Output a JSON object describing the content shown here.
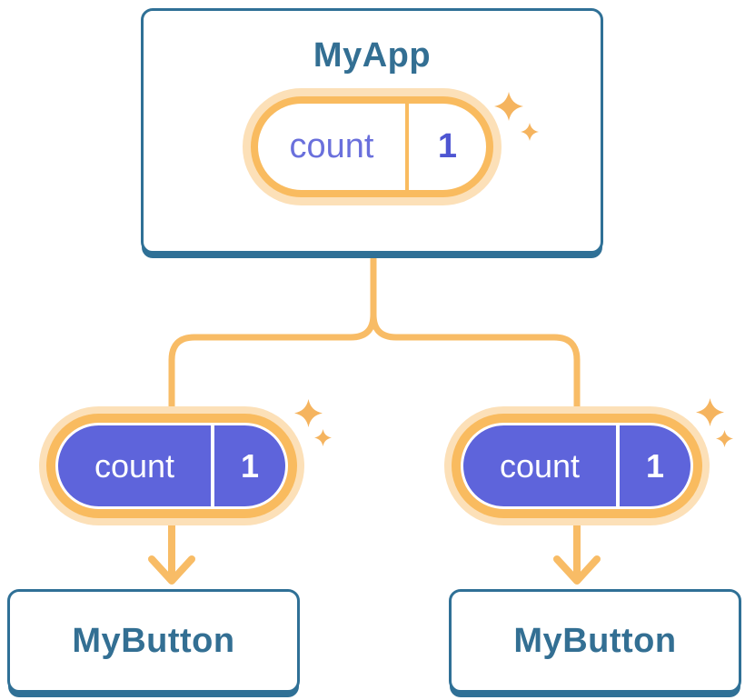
{
  "tree": {
    "root": {
      "label": "MyApp",
      "state": {
        "key": "count",
        "value": "1"
      }
    },
    "children": [
      {
        "label": "MyButton",
        "prop": {
          "key": "count",
          "value": "1"
        }
      },
      {
        "label": "MyButton",
        "prop": {
          "key": "count",
          "value": "1"
        }
      }
    ]
  },
  "colors": {
    "card_border_blue": "#2F7096",
    "label_blue": "#336F93",
    "pill_purple": "#5E64DB",
    "ring_orange": "#F9BB5F",
    "ring_pale": "#FCE0B8",
    "connector_orange": "#F8BC66",
    "sparkle_orange": "#F5B45F",
    "key_purple": "#6A70DC",
    "value_purple": "#4E55D2"
  },
  "icons": {
    "sparkle_icon": "four-point star ✦",
    "arrow_down_icon": "downward chevron arrow"
  }
}
